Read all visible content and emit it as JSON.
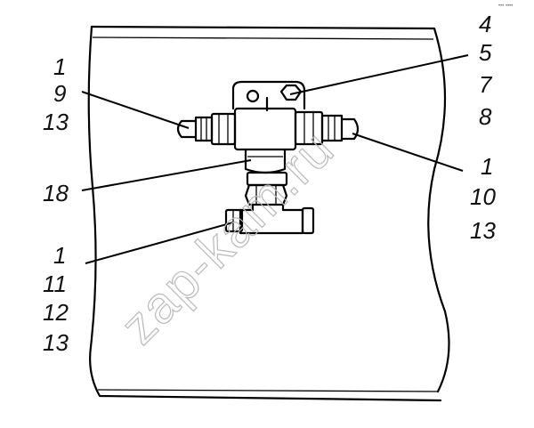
{
  "corner_mark": "••• ••••",
  "watermark": "zap-kam.ru",
  "callouts": {
    "left_top": [
      "1",
      "9",
      "13"
    ],
    "left_mid": [
      "18"
    ],
    "left_bottom": [
      "1",
      "11",
      "12",
      "13"
    ],
    "right_top": [
      "4",
      "5",
      "7",
      "8"
    ],
    "right_mid": [
      "1",
      "10",
      "13"
    ]
  }
}
